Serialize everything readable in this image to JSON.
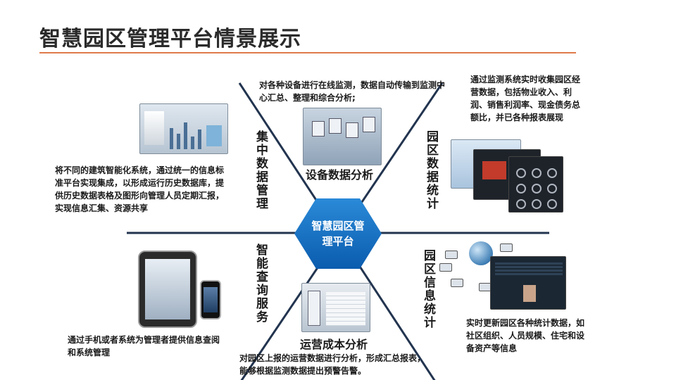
{
  "title": "智慧园区管理平台情景展示",
  "hub": {
    "label": "智慧园区管理平台"
  },
  "sections": {
    "centralized": {
      "label": "集中数据管理",
      "description": "将不同的建筑智能化系统，通过统一的信息标准平台实现集成，以形成运行历史数据库，提供历史数据表格及图形向管理人员定期汇报，实现信息汇集、资源共享"
    },
    "device": {
      "label": "设备数据分析",
      "description": "对各种设备进行在线监测，数据自动传输到监测中心汇总、整理和综合分析;"
    },
    "park_stats": {
      "label": "园区数据统计",
      "description": "通过监测系统实时收集园区经营数据，包括物业收入、利润、销售利润率、现金债务总额比，并已各种报表展现"
    },
    "query": {
      "label": "智能查询服务",
      "description": "通过手机或者系统为管理者提供信息查阅和系统管理"
    },
    "cost": {
      "label": "运营成本分析",
      "description": "对园区上报的运营数据进行分析，形成汇总报表，能够根据监测数据提出预警告警。"
    },
    "info_stats": {
      "label": "园区信息统计",
      "description": "实时更新园区各种统计数据，如社区组织、人员规模、住宅和设备资产等信息"
    }
  },
  "colors": {
    "accent_rule": "#e07a4a",
    "hub_top": "#2a8ad8",
    "hub_bottom": "#0b5cae",
    "line": "#22344f"
  }
}
